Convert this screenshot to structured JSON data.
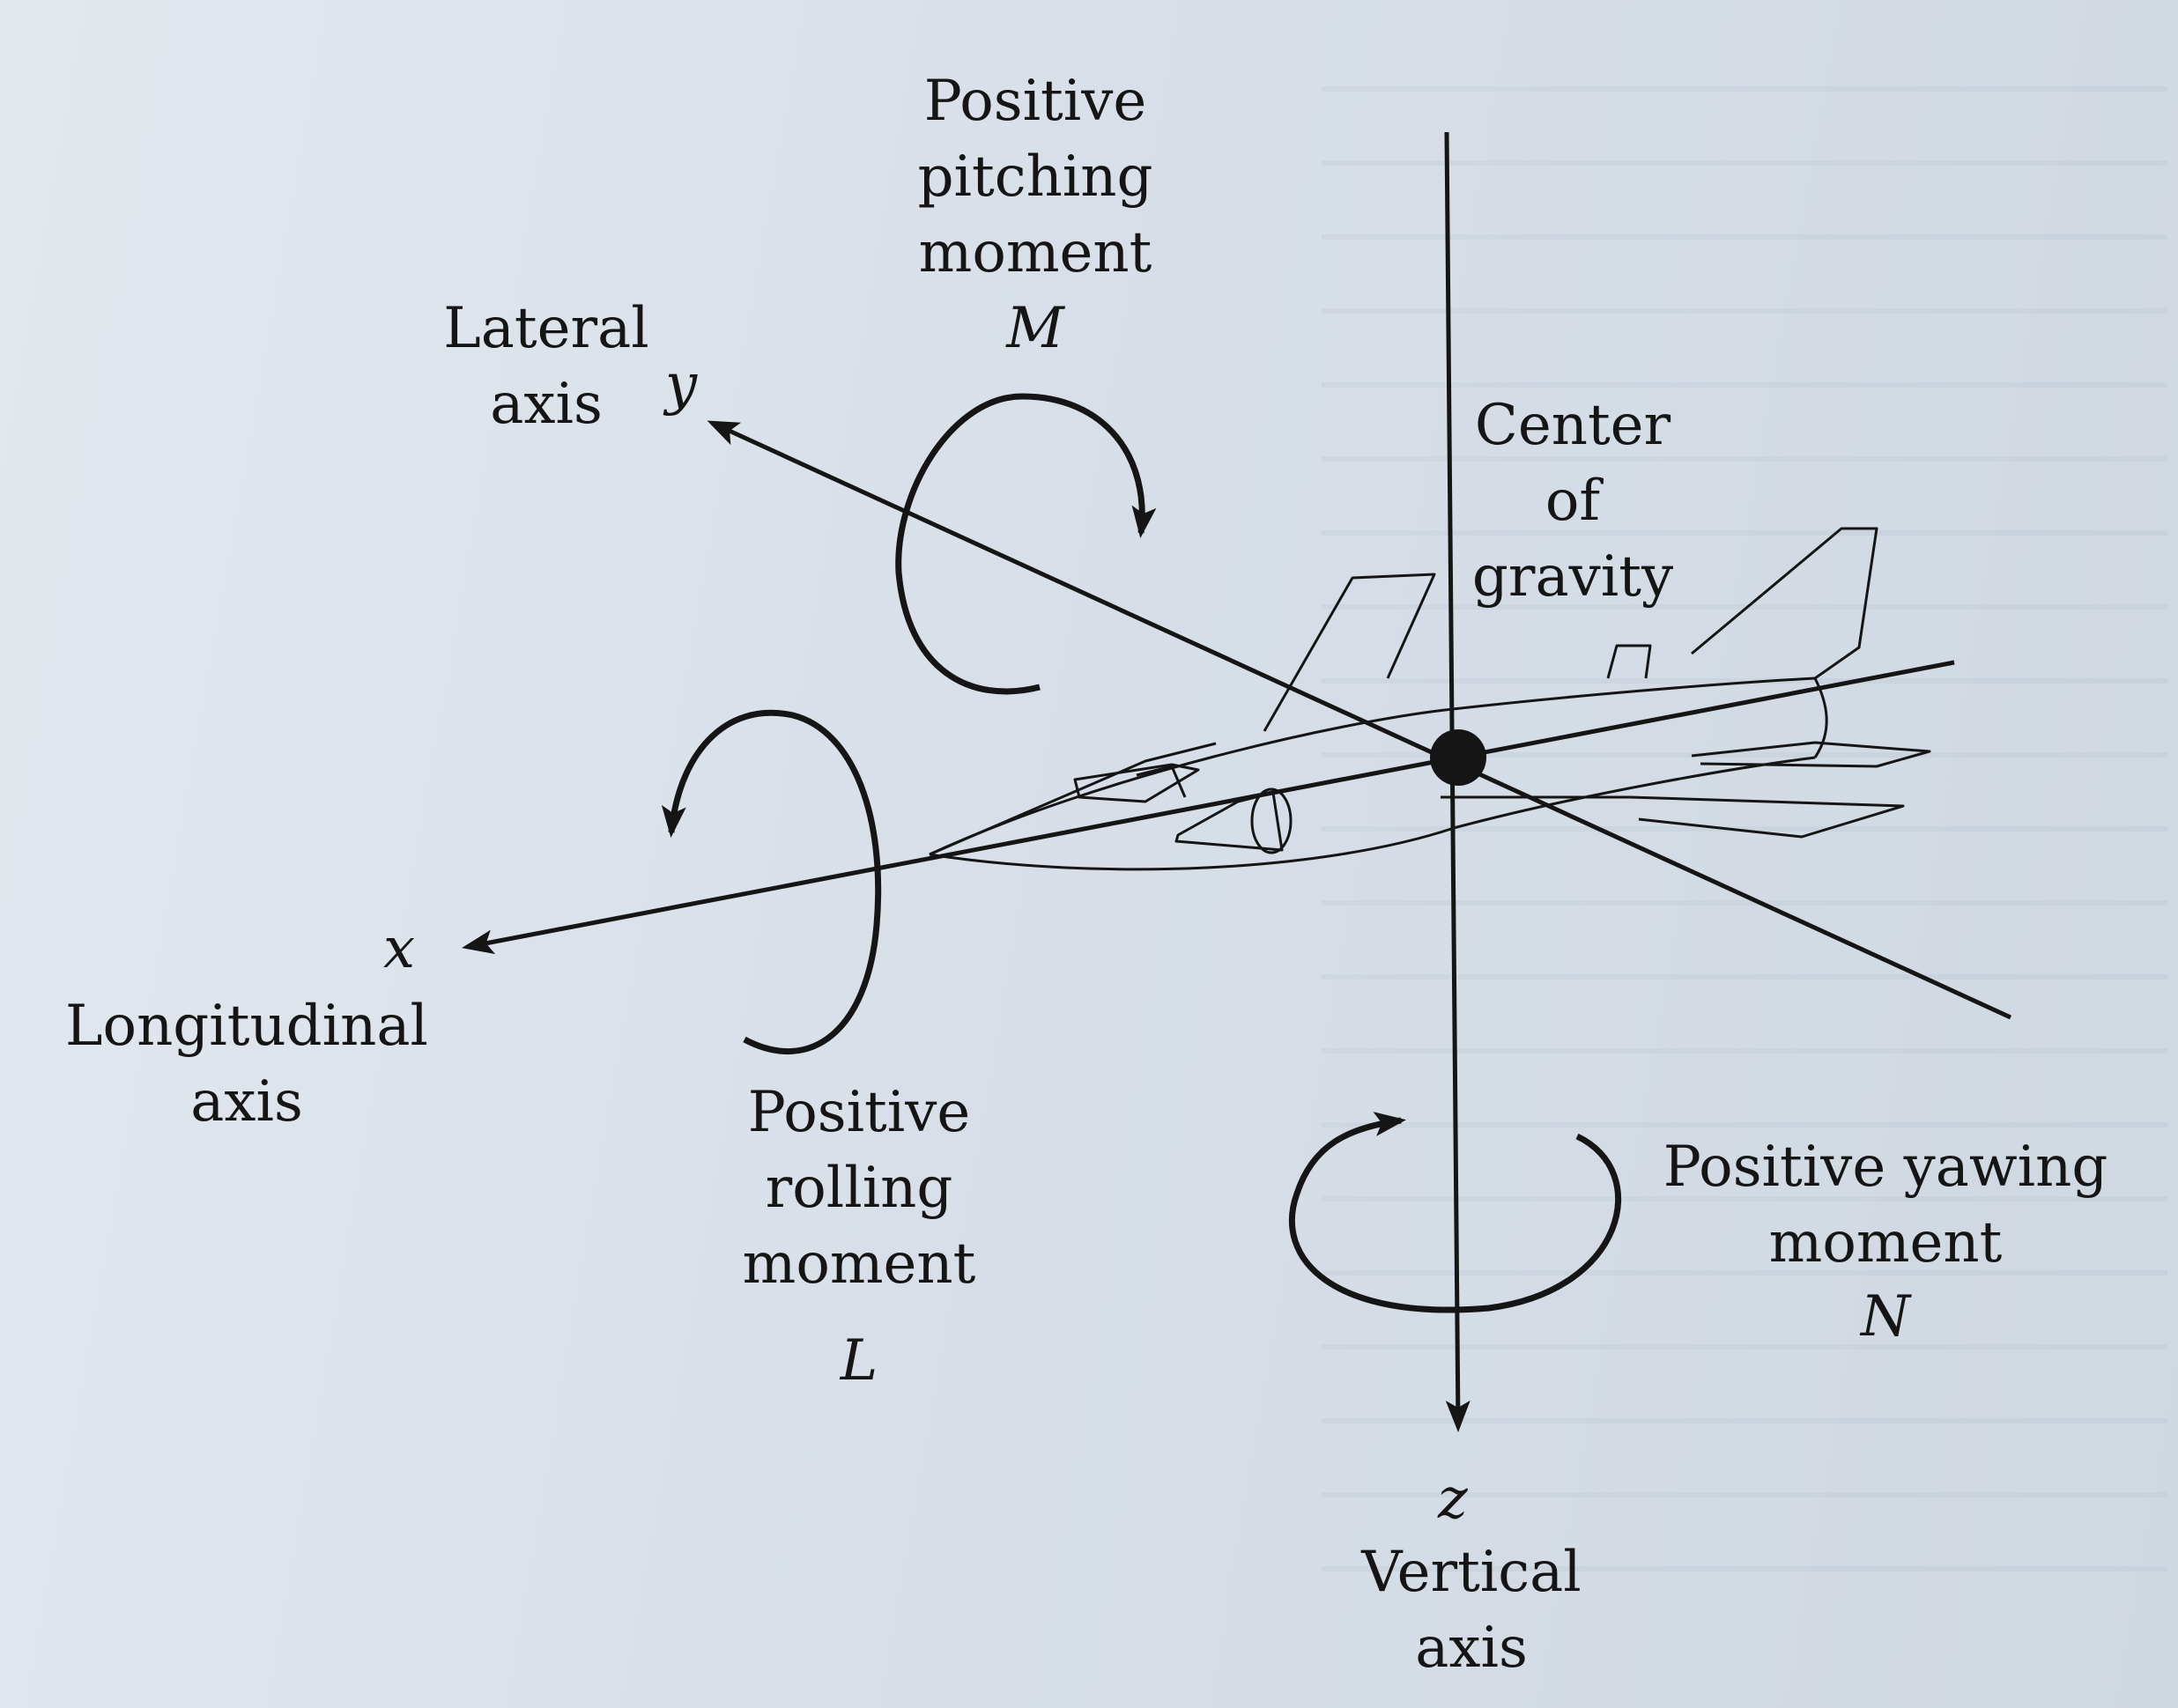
{
  "labels": {
    "pitching": "Positive\npitching\nmoment",
    "pitching_var": "M",
    "lateral": "Lateral\naxis",
    "lateral_var": "y",
    "cg": "Center\nof\ngravity",
    "longitudinal": "Longitudinal\naxis",
    "longitudinal_var": "x",
    "rolling": "Positive\nrolling\nmoment",
    "rolling_var": "L",
    "yawing": "Positive yawing\nmoment",
    "yawing_var": "N",
    "vertical": "Vertical\naxis",
    "vertical_var": "z"
  },
  "colors": {
    "ink": "#151515",
    "paper": "#d6dee8"
  }
}
